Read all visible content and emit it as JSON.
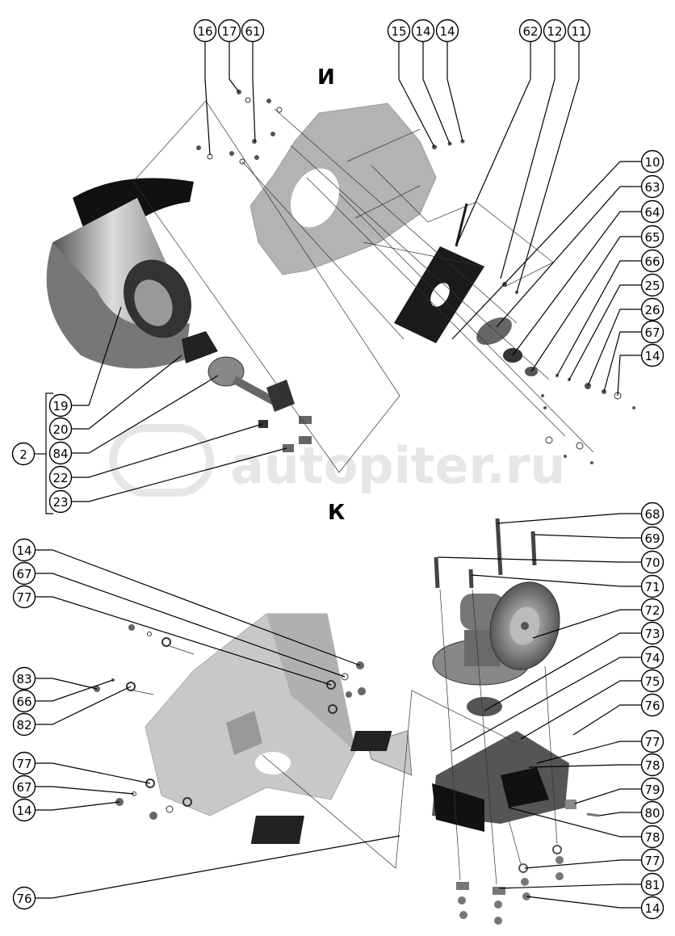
{
  "sections": {
    "upper": "И",
    "lower": "К"
  },
  "watermark": "autopiter.ru",
  "callouts_upper": [
    "16",
    "17",
    "61",
    "15",
    "14",
    "14",
    "62",
    "12",
    "11",
    "10",
    "63",
    "64",
    "65",
    "66",
    "25",
    "26",
    "67",
    "14",
    "19",
    "20",
    "84",
    "22",
    "23",
    "2"
  ],
  "callouts_lower": [
    "14",
    "67",
    "77",
    "83",
    "66",
    "82",
    "77",
    "67",
    "14",
    "76",
    "68",
    "69",
    "70",
    "71",
    "72",
    "73",
    "74",
    "75",
    "76",
    "77",
    "78",
    "79",
    "80",
    "78",
    "77",
    "81",
    "14"
  ],
  "colors": {
    "plate": "#b3b3b3",
    "dark": "#1a1a1a",
    "housing": "#c8c8c8",
    "metal": "#8a8a8a"
  }
}
